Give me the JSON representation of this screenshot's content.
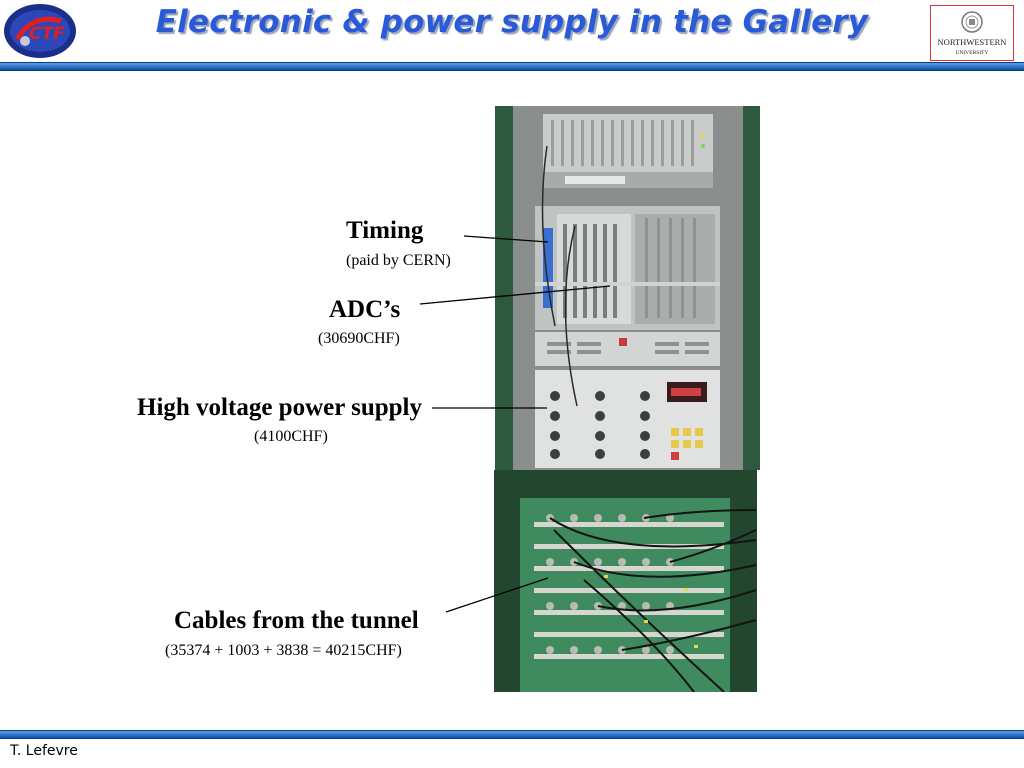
{
  "slide": {
    "title": "Electronic & power supply in the Gallery",
    "author": "T. Lefevre"
  },
  "logos": {
    "left_text": "CTF",
    "right_text_1": "NORTHWESTERN",
    "right_text_2": "UNIVERSITY"
  },
  "labels": [
    {
      "title": "Timing",
      "detail": "(paid by CERN)"
    },
    {
      "title": "ADC’s",
      "detail": "(30690CHF)"
    },
    {
      "title": "High voltage power supply",
      "detail": "(4100CHF)"
    },
    {
      "title": "Cables from the tunnel",
      "detail": "(35374 + 1003 + 3838 = 40215CHF)"
    }
  ],
  "colors": {
    "title": "#2a5ad8",
    "bar": "#0b4fa8"
  }
}
